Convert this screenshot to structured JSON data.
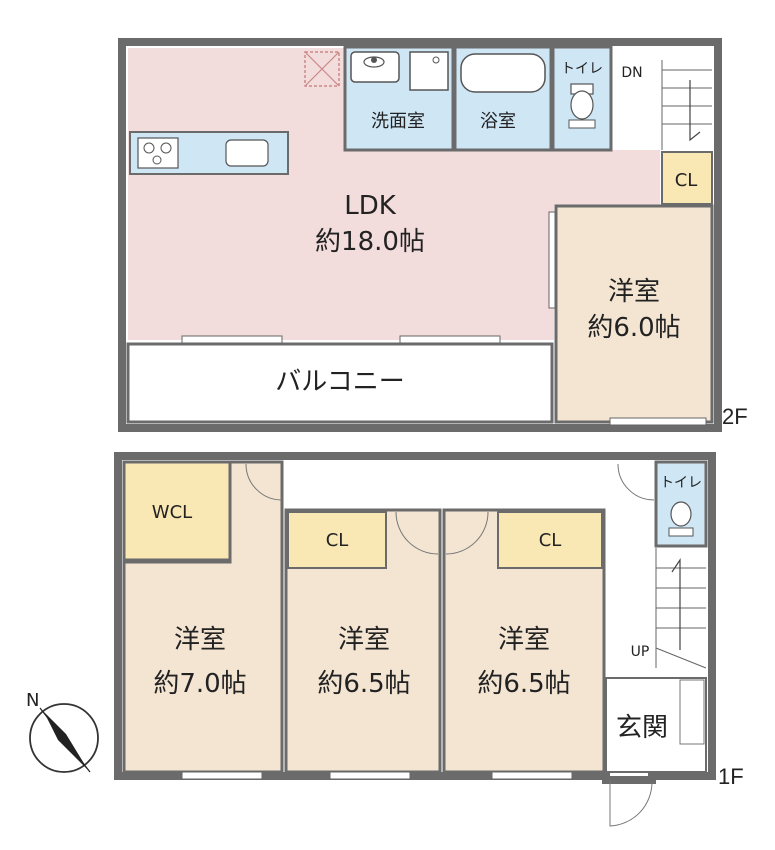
{
  "floor2": {
    "floor_label": "2F",
    "ldk": {
      "name": "LDK",
      "size": "約18.0帖"
    },
    "washroom": "洗面室",
    "bathroom": "浴室",
    "toilet": "トイレ",
    "stairs_dn": "DN",
    "closet": "CL",
    "western_room": {
      "name": "洋室",
      "size": "約6.0帖"
    },
    "balcony": "バルコニー"
  },
  "floor1": {
    "floor_label": "1F",
    "wcl": "WCL",
    "closet_a": "CL",
    "closet_b": "CL",
    "toilet": "トイレ",
    "stairs_up": "UP",
    "room_left": {
      "name": "洋室",
      "size": "約7.0帖"
    },
    "room_middle": {
      "name": "洋室",
      "size": "約6.5帖"
    },
    "room_right": {
      "name": "洋室",
      "size": "約6.5帖"
    },
    "entrance": "玄関"
  },
  "compass": {
    "north_label": "N"
  },
  "colors": {
    "wall": "#6b6b6b",
    "ldk_floor": "#f2dcdc",
    "room_floor": "#f3e5d2",
    "closet_floor": "#f9e7b4",
    "wet_area": "#cfe6f5",
    "white_area": "#ffffff"
  }
}
